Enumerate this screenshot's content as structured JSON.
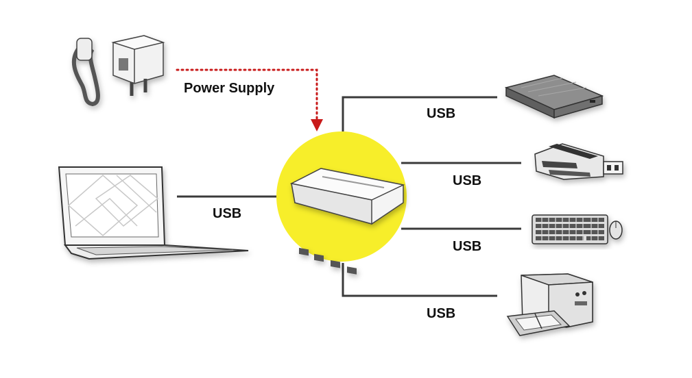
{
  "labels": {
    "power": "Power Supply",
    "usb_laptop": "USB",
    "usb_hdd": "USB",
    "usb_cardreader": "USB",
    "usb_keyboard": "USB",
    "usb_printer": "USB"
  },
  "colors": {
    "hub_circle": "#f7ee2a",
    "power_line": "#c81a1a",
    "usb_line": "#3a3a3a"
  },
  "icons": {
    "source": "laptop",
    "power": "power-adapter",
    "hub": "usb-hub",
    "devices": [
      "external-hard-drive",
      "card-reader",
      "keyboard-and-mouse",
      "printer"
    ]
  }
}
